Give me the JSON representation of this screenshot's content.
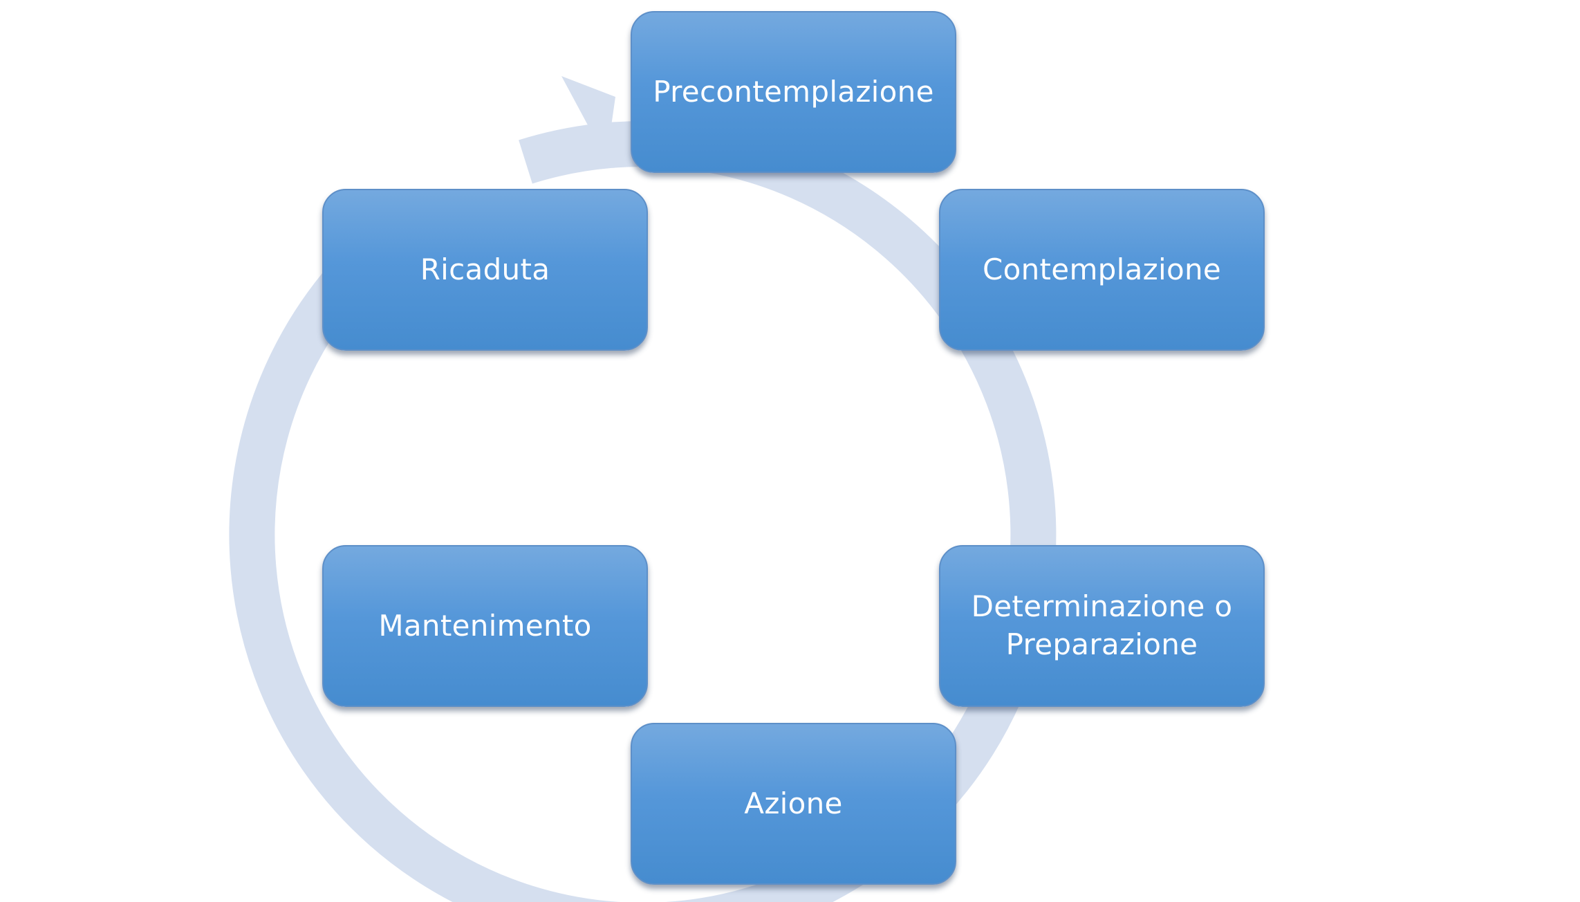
{
  "diagram": {
    "colors": {
      "box_top": "#74a9df",
      "box_bottom": "#468ccf",
      "box_text": "#ffffff",
      "ring": "#d5dfef",
      "background": "#ffffff"
    },
    "stages": [
      {
        "label": "Precontemplazione"
      },
      {
        "label": "Contemplazione"
      },
      {
        "label": "Determinazione o Preparazione"
      },
      {
        "label": "Azione"
      },
      {
        "label": "Mantenimento"
      },
      {
        "label": "Ricaduta"
      }
    ]
  }
}
